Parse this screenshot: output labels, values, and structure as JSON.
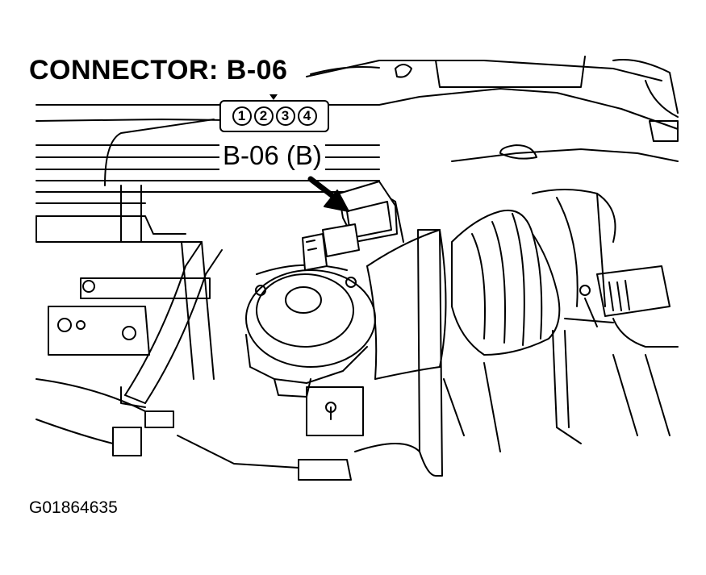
{
  "title": "CONNECTOR: B-06",
  "connector": {
    "label": "B-06 (B)",
    "pins": [
      "1",
      "2",
      "3",
      "4"
    ]
  },
  "figure_id": "G01864635"
}
